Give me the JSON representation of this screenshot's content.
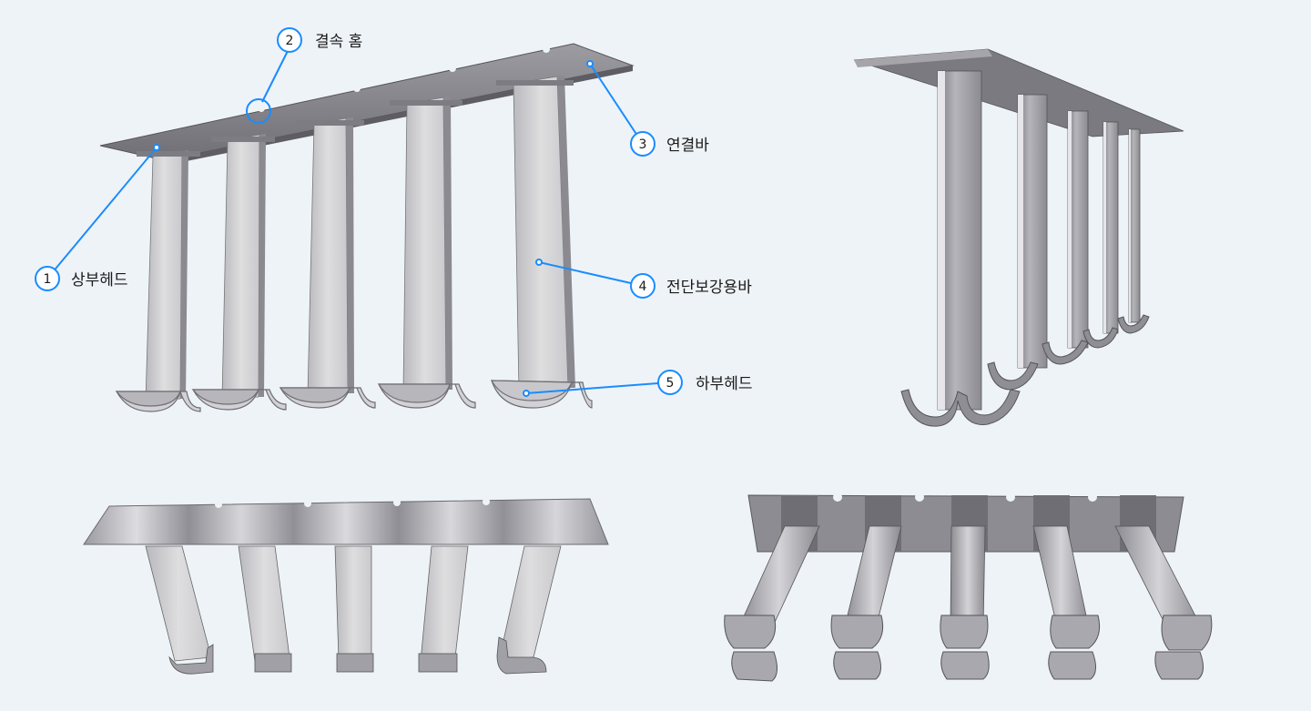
{
  "callouts": [
    {
      "num": "1",
      "label": "상부헤드"
    },
    {
      "num": "2",
      "label": "결속 홈"
    },
    {
      "num": "3",
      "label": "연결바"
    },
    {
      "num": "4",
      "label": "전단보강용바"
    },
    {
      "num": "5",
      "label": "하부헤드"
    }
  ],
  "colors": {
    "background": "#eef3f7",
    "callout": "#1a8cff",
    "metal_light": "#d9d9dc",
    "metal_mid": "#a9a9ae",
    "metal_dark": "#6e6e74"
  },
  "views": [
    "front-isometric-view",
    "side-perspective-view",
    "bottom-front-view",
    "bottom-perspective-view"
  ]
}
